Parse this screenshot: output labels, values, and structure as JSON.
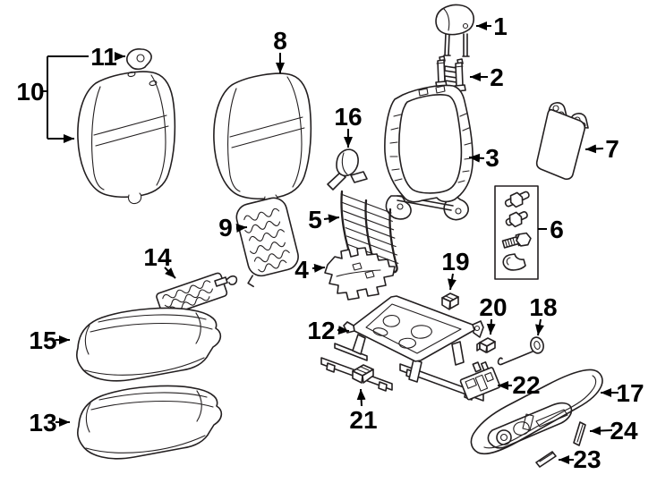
{
  "diagram": {
    "background_color": "#ffffff",
    "line_color": "#231f20",
    "label_color": "#000000"
  },
  "callouts": [
    {
      "number": "1",
      "part": "headrest"
    },
    {
      "number": "2",
      "part": "headrest-guide"
    },
    {
      "number": "3",
      "part": "seat-back-frame"
    },
    {
      "number": "4",
      "part": "mount-bracket"
    },
    {
      "number": "5",
      "part": "lumbar-support-grid"
    },
    {
      "number": "6",
      "part": "hardware-fastener-kit"
    },
    {
      "number": "7",
      "part": "seat-back-panel"
    },
    {
      "number": "8",
      "part": "seat-back-cushion"
    },
    {
      "number": "9",
      "part": "seat-back-heater-pad"
    },
    {
      "number": "10",
      "part": "seat-back-cover"
    },
    {
      "number": "11",
      "part": "trim-cap"
    },
    {
      "number": "12",
      "part": "seat-adjuster-track"
    },
    {
      "number": "13",
      "part": "seat-cushion-pad"
    },
    {
      "number": "14",
      "part": "cushion-heater-pad"
    },
    {
      "number": "15",
      "part": "seat-cushion-cover"
    },
    {
      "number": "16",
      "part": "adjuster-handle"
    },
    {
      "number": "17",
      "part": "side-trim-panel"
    },
    {
      "number": "18",
      "part": "release-cable"
    },
    {
      "number": "19",
      "part": "retainer-clip"
    },
    {
      "number": "20",
      "part": "retainer-clip"
    },
    {
      "number": "21",
      "part": "retainer-clip"
    },
    {
      "number": "22",
      "part": "seat-adjust-switch"
    },
    {
      "number": "23",
      "part": "switch-trim-cap"
    },
    {
      "number": "24",
      "part": "switch-trim-cap"
    }
  ]
}
